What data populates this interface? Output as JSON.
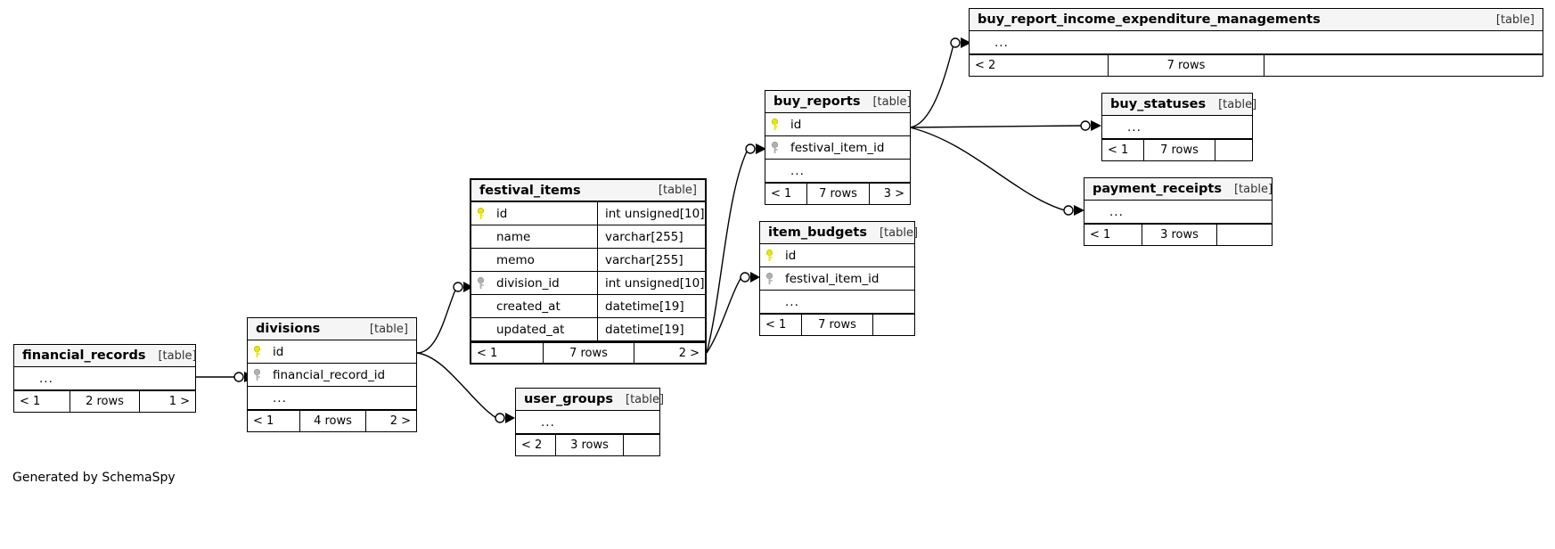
{
  "diagram": {
    "generator_caption": "Generated by SchemaSpy",
    "table_tag": "[table]",
    "ellipsis": "...",
    "colors": {
      "primary_key": "#e8e800",
      "foreign_key": "#b0b0b0",
      "title_bg": "#f5f5f5",
      "border": "#000000",
      "background": "#ffffff"
    }
  },
  "tables": {
    "buy_report_income_expenditure_managements": {
      "name": "buy_report_income_expenditure_managements",
      "tag": "[table]",
      "rows": [
        {
          "label": "...",
          "key": "none",
          "type": ""
        }
      ],
      "footer": {
        "left": "< 2",
        "middle": "7 rows",
        "right": ""
      }
    },
    "buy_statuses": {
      "name": "buy_statuses",
      "tag": "[table]",
      "rows": [
        {
          "label": "...",
          "key": "none",
          "type": ""
        }
      ],
      "footer": {
        "left": "< 1",
        "middle": "7 rows",
        "right": ""
      }
    },
    "payment_receipts": {
      "name": "payment_receipts",
      "tag": "[table]",
      "rows": [
        {
          "label": "...",
          "key": "none",
          "type": ""
        }
      ],
      "footer": {
        "left": "< 1",
        "middle": "3 rows",
        "right": ""
      }
    },
    "buy_reports": {
      "name": "buy_reports",
      "tag": "[table]",
      "rows": [
        {
          "label": "id",
          "key": "primary",
          "type": ""
        },
        {
          "label": "festival_item_id",
          "key": "foreign",
          "type": ""
        },
        {
          "label": "...",
          "key": "none",
          "type": ""
        }
      ],
      "footer": {
        "left": "< 1",
        "middle": "7 rows",
        "right": "3 >"
      }
    },
    "item_budgets": {
      "name": "item_budgets",
      "tag": "[table]",
      "rows": [
        {
          "label": "id",
          "key": "primary",
          "type": ""
        },
        {
          "label": "festival_item_id",
          "key": "foreign",
          "type": ""
        },
        {
          "label": "...",
          "key": "none",
          "type": ""
        }
      ],
      "footer": {
        "left": "< 1",
        "middle": "7 rows",
        "right": ""
      }
    },
    "festival_items": {
      "name": "festival_items",
      "tag": "[table]",
      "rows": [
        {
          "label": "id",
          "key": "primary",
          "type": "int unsigned[10]"
        },
        {
          "label": "name",
          "key": "none",
          "type": "varchar[255]"
        },
        {
          "label": "memo",
          "key": "none",
          "type": "varchar[255]"
        },
        {
          "label": "division_id",
          "key": "foreign",
          "type": "int unsigned[10]"
        },
        {
          "label": "created_at",
          "key": "none",
          "type": "datetime[19]"
        },
        {
          "label": "updated_at",
          "key": "none",
          "type": "datetime[19]"
        }
      ],
      "footer": {
        "left": "< 1",
        "middle": "7 rows",
        "right": "2 >"
      }
    },
    "divisions": {
      "name": "divisions",
      "tag": "[table]",
      "rows": [
        {
          "label": "id",
          "key": "primary",
          "type": ""
        },
        {
          "label": "financial_record_id",
          "key": "foreign",
          "type": ""
        },
        {
          "label": "...",
          "key": "none",
          "type": ""
        }
      ],
      "footer": {
        "left": "< 1",
        "middle": "4 rows",
        "right": "2 >"
      }
    },
    "financial_records": {
      "name": "financial_records",
      "tag": "[table]",
      "rows": [
        {
          "label": "...",
          "key": "none",
          "type": ""
        }
      ],
      "footer": {
        "left": "< 1",
        "middle": "2 rows",
        "right": "1 >"
      }
    },
    "user_groups": {
      "name": "user_groups",
      "tag": "[table]",
      "rows": [
        {
          "label": "...",
          "key": "none",
          "type": ""
        }
      ],
      "footer": {
        "left": "< 2",
        "middle": "3 rows",
        "right": ""
      }
    }
  }
}
